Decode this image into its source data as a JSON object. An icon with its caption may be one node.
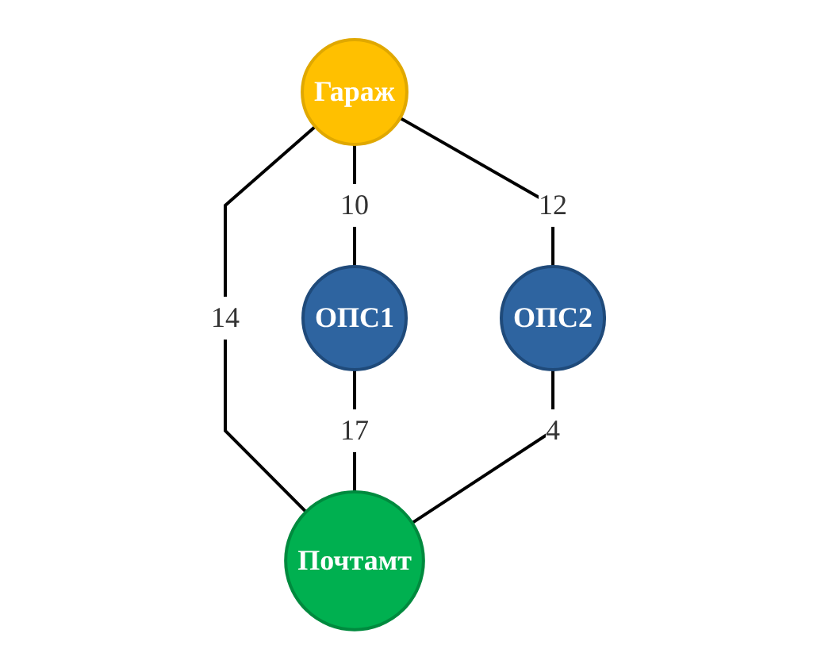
{
  "diagram": {
    "nodes": [
      {
        "text": [
          "Гараж"
        ]
      },
      {
        "text": [
          "ОПС1"
        ]
      },
      {
        "text": [
          "ОПС2"
        ]
      },
      {
        "text": [
          "Почтамт"
        ]
      }
    ],
    "edges": [
      {
        "from": 0,
        "to": 1,
        "arrow": "none",
        "label": "10"
      },
      {
        "from": 0,
        "to": 2,
        "arrow": "none",
        "label": "12"
      },
      {
        "from": 0,
        "to": 3,
        "arrow": "none",
        "label": "14"
      },
      {
        "from": 1,
        "to": 3,
        "arrow": "none",
        "label": "17"
      },
      {
        "from": 2,
        "to": 3,
        "arrow": "none",
        "label": "4"
      }
    ]
  }
}
